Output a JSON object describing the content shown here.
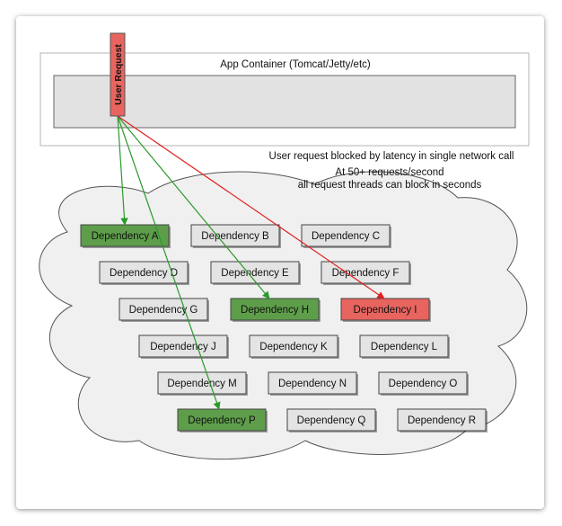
{
  "container_title": "App Container (Tomcat/Jetty/etc)",
  "user_request_label": "User Request",
  "annotation": {
    "line1": "User request blocked by latency in single network call",
    "line2": "At 50+ requests/second",
    "line3": "all request threads can block in seconds"
  },
  "dependencies": [
    {
      "label": "Dependency A",
      "state": "active"
    },
    {
      "label": "Dependency B",
      "state": "idle"
    },
    {
      "label": "Dependency C",
      "state": "idle"
    },
    {
      "label": "Dependency D",
      "state": "idle"
    },
    {
      "label": "Dependency E",
      "state": "idle"
    },
    {
      "label": "Dependency F",
      "state": "idle"
    },
    {
      "label": "Dependency G",
      "state": "idle"
    },
    {
      "label": "Dependency H",
      "state": "active"
    },
    {
      "label": "Dependency I",
      "state": "blocked"
    },
    {
      "label": "Dependency J",
      "state": "idle"
    },
    {
      "label": "Dependency K",
      "state": "idle"
    },
    {
      "label": "Dependency L",
      "state": "idle"
    },
    {
      "label": "Dependency M",
      "state": "idle"
    },
    {
      "label": "Dependency N",
      "state": "idle"
    },
    {
      "label": "Dependency O",
      "state": "idle"
    },
    {
      "label": "Dependency P",
      "state": "active"
    },
    {
      "label": "Dependency Q",
      "state": "idle"
    },
    {
      "label": "Dependency R",
      "state": "idle"
    }
  ],
  "colors": {
    "active": "#5e9e4a",
    "blocked": "#e8645f",
    "idle": "#e4e4e4",
    "ok_arrow": "#2a9a2a",
    "blocked_arrow": "#e02020"
  }
}
